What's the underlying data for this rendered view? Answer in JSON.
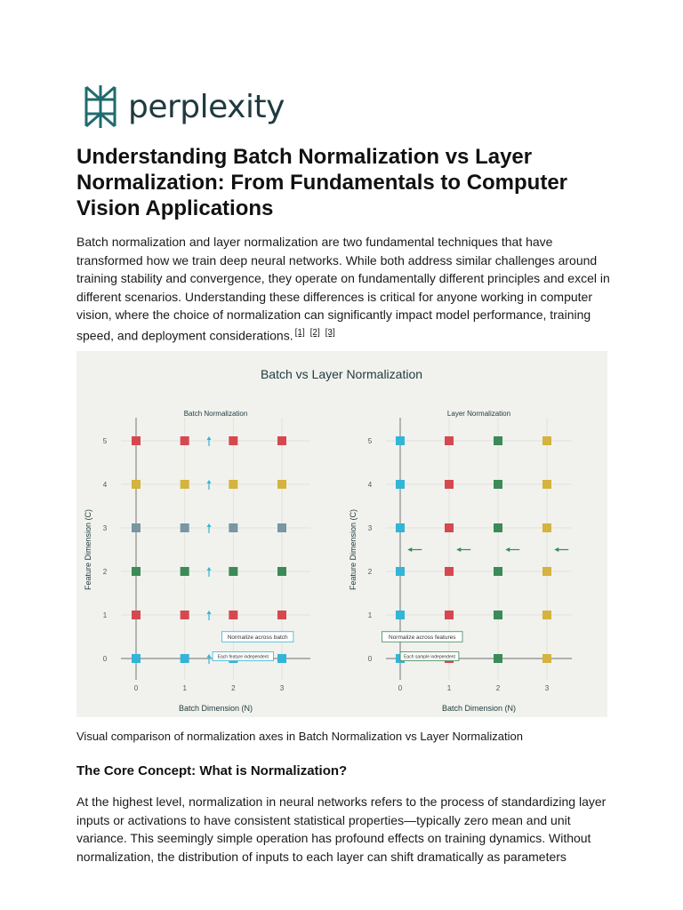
{
  "brand": {
    "name": "perplexity"
  },
  "article": {
    "title": "Understanding Batch Normalization vs Layer Normalization: From Fundamentals to Computer Vision Applications",
    "intro": "Batch normalization and layer normalization are two fundamental techniques that have transformed how we train deep neural networks. While both address similar challenges around training stability and convergence, they operate on fundamentally different principles and excel in different scenarios. Understanding these differences is critical for anyone working in computer vision, where the choice of normalization can significantly impact model performance, training speed, and deployment considerations.",
    "citations": [
      "[1]",
      "[2]",
      "[3]"
    ],
    "figure_caption": "Visual comparison of normalization axes in Batch Normalization vs Layer Normalization",
    "section_heading": "The Core Concept: What is Normalization?",
    "section_paragraph": "At the highest level, normalization in neural networks refers to the process of standardizing layer inputs or activations to have consistent statistical properties—typically zero mean and unit variance. This seemingly simple operation has profound effects on training dynamics. Without normalization, the distribution of inputs to each layer can shift dramatically as parameters"
  },
  "chart_data": {
    "type": "scatter",
    "title": "Batch vs Layer Normalization",
    "panels": [
      {
        "subtitle": "Batch Normalization",
        "xlabel": "Batch Dimension (N)",
        "ylabel": "Feature Dimension (C)",
        "x_ticks": [
          0,
          1,
          2,
          3
        ],
        "y_ticks": [
          0,
          1,
          2,
          3,
          4,
          5
        ],
        "color_grid": [
          [
            "#32b5d6",
            "#32b5d6",
            "#32b5d6",
            "#32b5d6"
          ],
          [
            "#d6484f",
            "#d6484f",
            "#d6484f",
            "#d6484f"
          ],
          [
            "#3b8a57",
            "#3b8a57",
            "#3b8a57",
            "#3b8a57"
          ],
          [
            "#7896a3",
            "#7896a3",
            "#7896a3",
            "#7896a3"
          ],
          [
            "#d4b33e",
            "#d4b33e",
            "#d4b33e",
            "#d4b33e"
          ],
          [
            "#d6484f",
            "#d6484f",
            "#d6484f",
            "#d6484f"
          ]
        ],
        "arrows": {
          "direction": "up",
          "color": "#32b5d6",
          "positions": [
            [
              1.5,
              0
            ],
            [
              1.5,
              1
            ],
            [
              1.5,
              2
            ],
            [
              1.5,
              3
            ],
            [
              1.5,
              4
            ],
            [
              1.5,
              5
            ]
          ]
        },
        "annotations": [
          {
            "text": "Normalize across batch",
            "x": 2.5,
            "y": 0.5,
            "color": "#32b5d6"
          },
          {
            "text": "Each feature independent",
            "x": 2.2,
            "y": 0.05,
            "color": "#32b5d6"
          }
        ]
      },
      {
        "subtitle": "Layer Normalization",
        "xlabel": "Batch Dimension (N)",
        "ylabel": "Feature Dimension (C)",
        "x_ticks": [
          0,
          1,
          2,
          3
        ],
        "y_ticks": [
          0,
          1,
          2,
          3,
          4,
          5
        ],
        "color_grid": [
          [
            "#32b5d6",
            "#d6484f",
            "#3b8a57",
            "#d4b33e"
          ],
          [
            "#32b5d6",
            "#d6484f",
            "#3b8a57",
            "#d4b33e"
          ],
          [
            "#32b5d6",
            "#d6484f",
            "#3b8a57",
            "#d4b33e"
          ],
          [
            "#32b5d6",
            "#d6484f",
            "#3b8a57",
            "#d4b33e"
          ],
          [
            "#32b5d6",
            "#d6484f",
            "#3b8a57",
            "#d4b33e"
          ],
          [
            "#32b5d6",
            "#d6484f",
            "#3b8a57",
            "#d4b33e"
          ]
        ],
        "arrows": {
          "direction": "left",
          "color": "#3b8a57",
          "positions": [
            [
              0.15,
              2.5
            ],
            [
              1.15,
              2.5
            ],
            [
              2.15,
              2.5
            ],
            [
              3.15,
              2.5
            ]
          ]
        },
        "annotations": [
          {
            "text": "Normalize across features",
            "x": 0.45,
            "y": 0.5,
            "color": "#3b8a57"
          },
          {
            "text": "Each sample independent",
            "x": 0.6,
            "y": 0.05,
            "color": "#3b8a57"
          }
        ]
      }
    ]
  },
  "colors": {
    "brand_teal": "#1f6b6e",
    "brand_text": "#1f3a3f",
    "figure_bg": "#f1f2ed"
  }
}
